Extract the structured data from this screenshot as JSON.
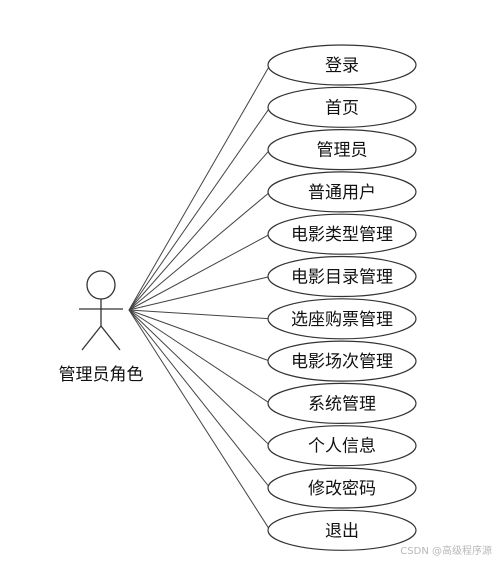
{
  "actor": {
    "label": "管理员角色"
  },
  "use_cases": [
    "登录",
    "首页",
    "管理员",
    "普通用户",
    "电影类型管理",
    "电影目录管理",
    "选座购票管理",
    "电影场次管理",
    "系统管理",
    "个人信息",
    "修改密码",
    "退出"
  ],
  "watermark": "CSDN @高级程序源"
}
